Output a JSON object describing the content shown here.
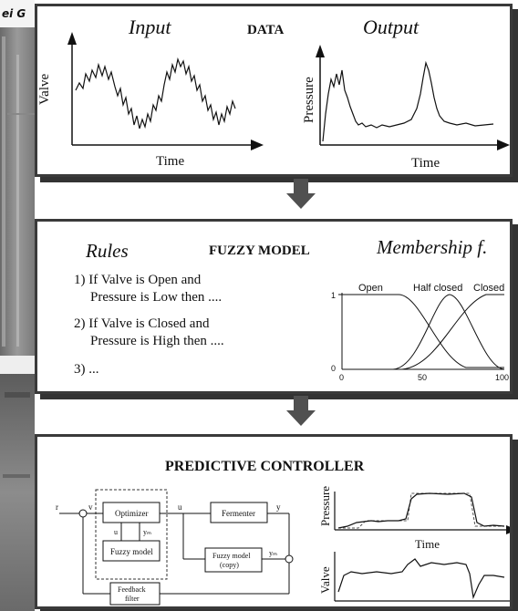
{
  "header_fragment": "ei G",
  "data_panel": {
    "title": "DATA",
    "input_label": "Input",
    "output_label": "Output",
    "input_ylabel": "Valve",
    "output_ylabel": "Pressure",
    "input_xlabel": "Time",
    "output_xlabel": "Time"
  },
  "fuzzy_panel": {
    "title": "FUZZY MODEL",
    "rules_label": "Rules",
    "membership_label": "Membership f.",
    "rules": [
      {
        "line1": "1) If Valve is Open and",
        "line2": "Pressure is Low then ...."
      },
      {
        "line1": "2) If Valve is Closed and",
        "line2": "Pressure is High then ...."
      },
      {
        "line1": "3) ...",
        "line2": ""
      }
    ],
    "mf_labels": [
      "Open",
      "Half closed",
      "Closed"
    ],
    "mf_y_ticks": [
      "1",
      "0"
    ],
    "mf_x_ticks": [
      "0",
      "50",
      "100"
    ]
  },
  "controller_panel": {
    "title": "PREDICTIVE CONTROLLER",
    "blocks": {
      "optimizer": "Optimizer",
      "fuzzy_model": "Fuzzy model",
      "fermenter": "Fermenter",
      "fuzzy_copy_line1": "Fuzzy model",
      "fuzzy_copy_line2": "(copy)",
      "feedback_line1": "Feedback",
      "feedback_line2": "filter"
    },
    "signals": {
      "r": "r",
      "v": "v",
      "u": "u",
      "y": "y",
      "u2": "u",
      "ym": "yₘ",
      "ym2": "yₘ"
    },
    "pressure_ylabel": "Pressure",
    "valve_ylabel": "Valve",
    "time_label": "Time"
  }
}
